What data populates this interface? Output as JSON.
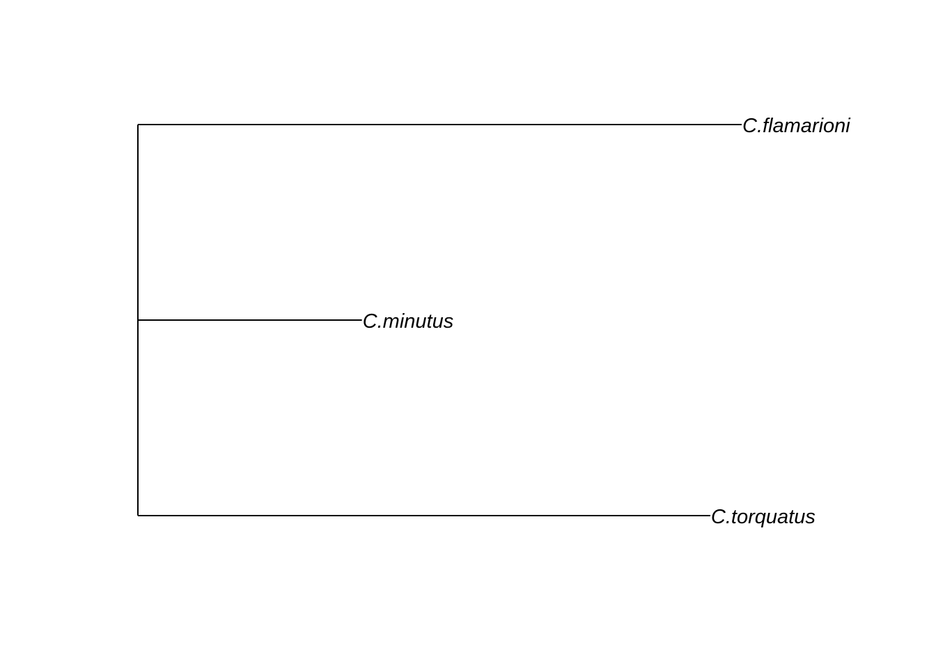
{
  "tree": {
    "type": "phylogram",
    "tips": [
      {
        "label": "C.flamarioni",
        "branch_length": 1.0
      },
      {
        "label": "C.minutus",
        "branch_length": 0.371
      },
      {
        "label": "C.torquatus",
        "branch_length": 0.948
      }
    ]
  }
}
